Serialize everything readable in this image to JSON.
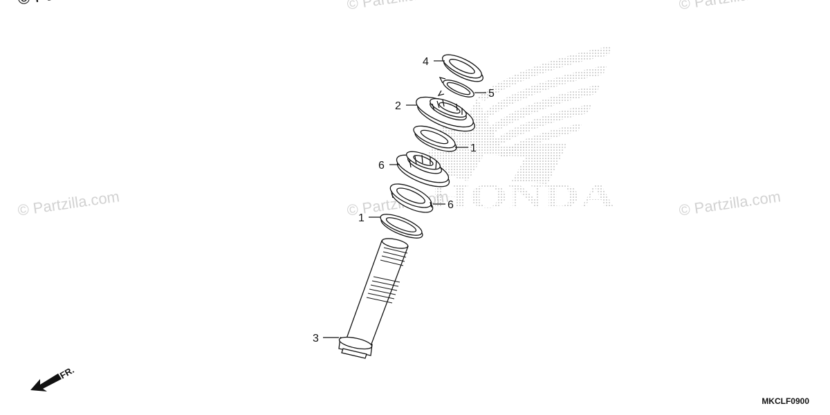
{
  "watermarks": {
    "main": "© Partzilla.com",
    "faint": "© Partzilla.com"
  },
  "brand": {
    "logo_text": "HONDA"
  },
  "callouts": [
    "4",
    "5",
    "2",
    "1",
    "6",
    "6",
    "1",
    "3"
  ],
  "direction": {
    "label": "FR."
  },
  "diagram_code": "MKCLF0900"
}
